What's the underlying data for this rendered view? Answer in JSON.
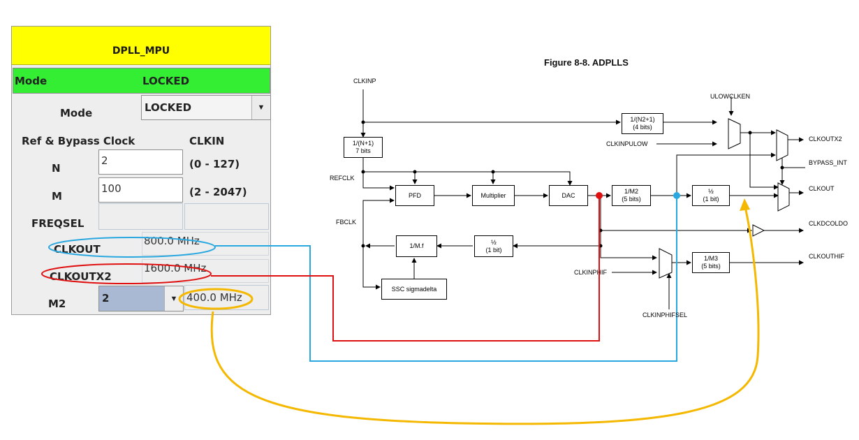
{
  "panel": {
    "title": "DPLL_MPU",
    "status_label": "Mode",
    "status_value": "LOCKED",
    "mode_label": "Mode",
    "mode_value": "LOCKED",
    "ref_clock_label": "Ref & Bypass Clock",
    "ref_clock_value": "CLKIN",
    "n_label": "N",
    "n_value": "2",
    "n_range": "(0 - 127)",
    "m_label": "M",
    "m_value": "100",
    "m_range": "(2 - 2047)",
    "freqsel_label": "FREQSEL",
    "clkout_label": "CLKOUT",
    "clkout_value": "800.0 MHz",
    "clkoutx2_label": "CLKOUTX2",
    "clkoutx2_value": "1600.0 MHz",
    "m2_label": "M2",
    "m2_value": "2",
    "m2_freq": "400.0 MHz"
  },
  "diagram": {
    "title": "Figure 8-8. ADPLLS",
    "inputs": {
      "clkinp": "CLKINP",
      "refclk": "REFCLK",
      "fbclk": "FBCLK",
      "clkinpulow": "CLKINPULOW",
      "clkinphif": "CLKINPHIF",
      "ulowclken": "ULOWCLKEN",
      "clkinphifsel": "CLKINPHIFSEL",
      "bypass_int": "BYPASS_INT"
    },
    "outputs": {
      "clkoutx2": "CLKOUTX2",
      "clkout": "CLKOUT",
      "clkdcoldo": "CLKDCOLDO",
      "clkouthif": "CLKOUTHIF"
    },
    "blocks": {
      "div_n": [
        "1/(N+1)",
        "7 bits"
      ],
      "div_n2": [
        "1/(N2+1)",
        "(4 bits)"
      ],
      "pfd": "PFD",
      "multiplier": "Multiplier",
      "dac": "DAC",
      "div_m2": [
        "1/M2",
        "(5 bits)"
      ],
      "half_out": [
        "½",
        "(1 bit)"
      ],
      "div_mf": "1/M.f",
      "half_fb": [
        "½",
        "(1 bit)"
      ],
      "ssc": "SSC sigmadelta",
      "div_m3": [
        "1/M3",
        "(5 bits)"
      ]
    }
  },
  "colors": {
    "title_yellow": "#ffff00",
    "status_green": "#33ee33",
    "clkout_highlight": "#29a8e0",
    "clkoutx2_highlight": "#e01010",
    "m2_highlight": "#f5b800"
  }
}
